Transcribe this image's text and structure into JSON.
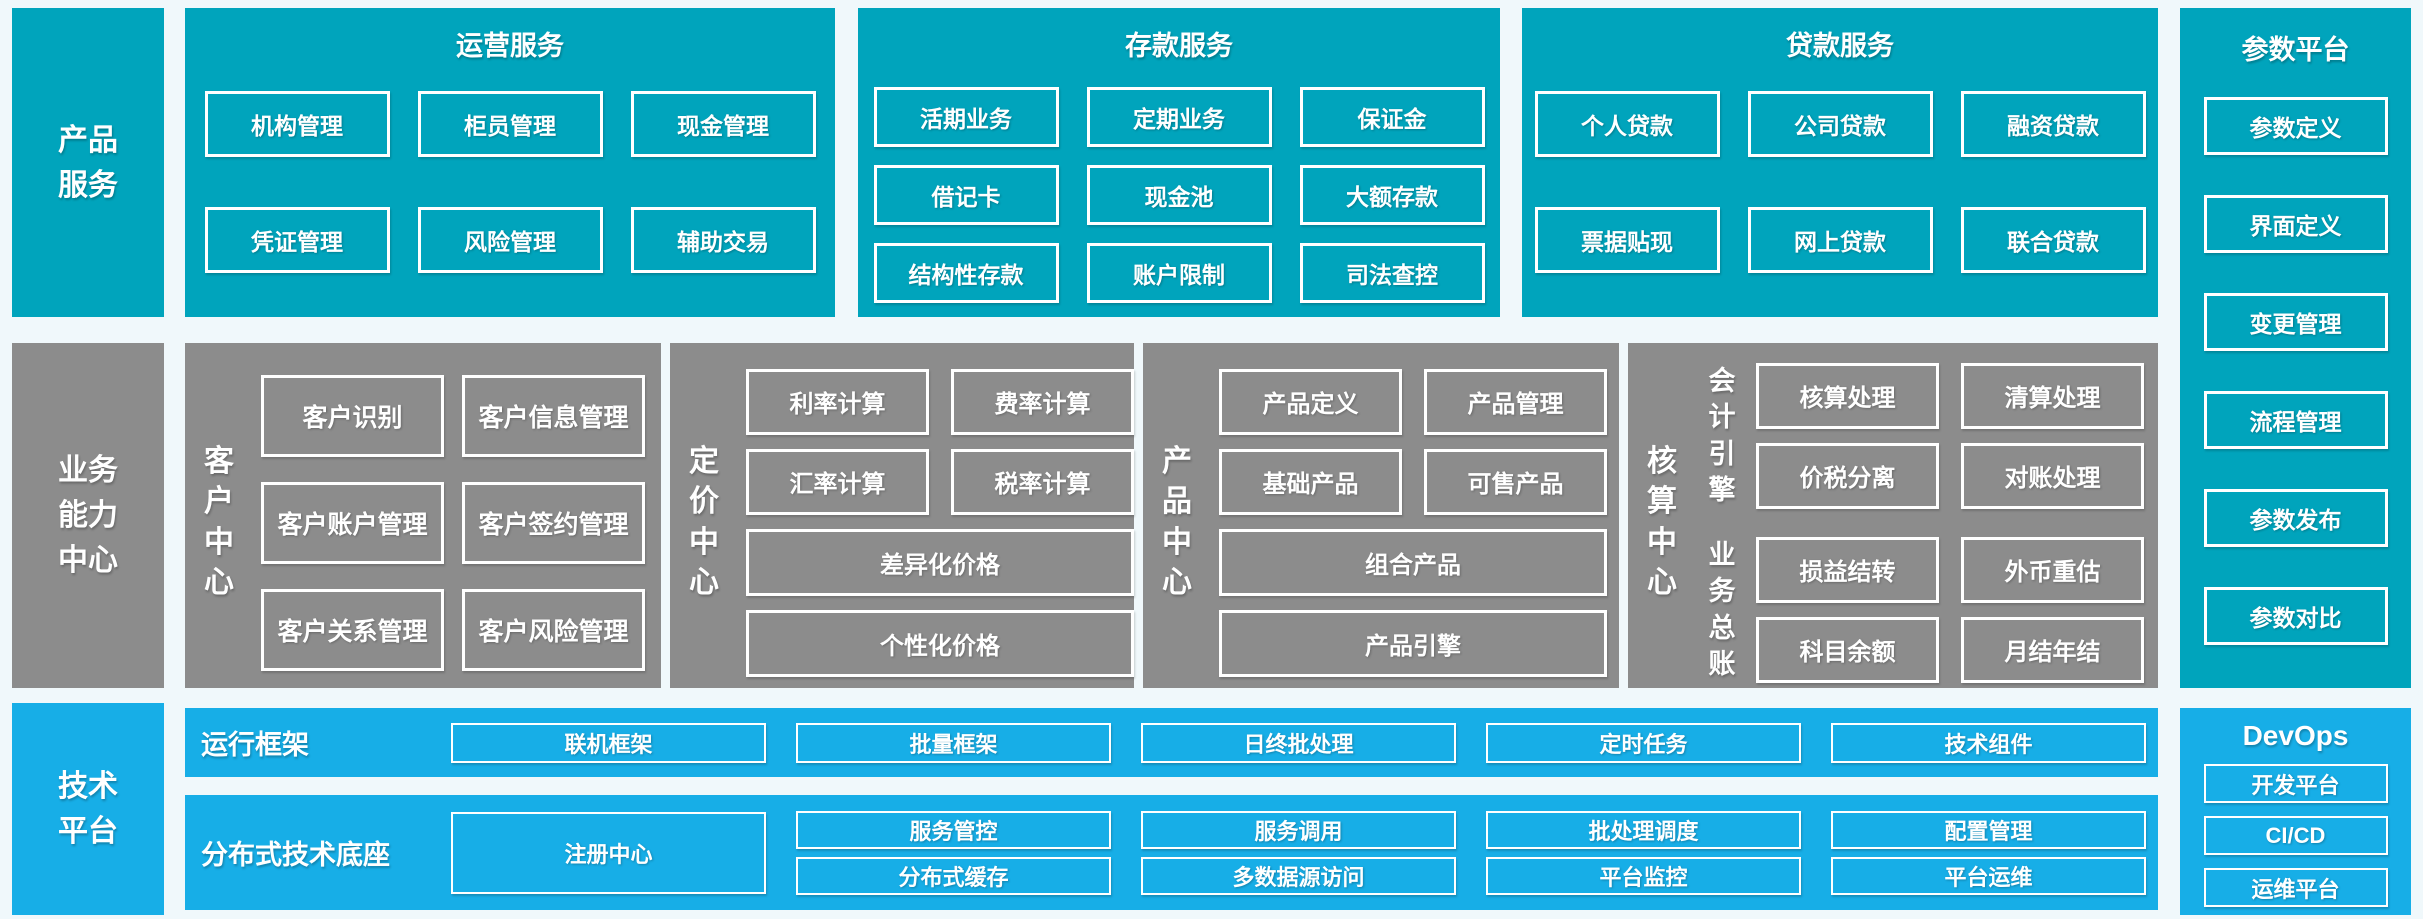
{
  "palette": {
    "teal": "#00A4BC",
    "blue": "#17AEE7",
    "gray": "#8C8C8C",
    "background": "#F0F8FB",
    "text_on_color": "#FFFFFF"
  },
  "product_services": {
    "side_label": "产品\n服务",
    "operations": {
      "title": "运营服务",
      "rows": [
        [
          "机构管理",
          "柜员管理",
          "现金管理"
        ],
        [
          "凭证管理",
          "风险管理",
          "辅助交易"
        ]
      ]
    },
    "deposit": {
      "title": "存款服务",
      "rows": [
        [
          "活期业务",
          "定期业务",
          "保证金"
        ],
        [
          "借记卡",
          "现金池",
          "大额存款"
        ],
        [
          "结构性存款",
          "账户限制",
          "司法查控"
        ]
      ]
    },
    "loan": {
      "title": "贷款服务",
      "rows": [
        [
          "个人贷款",
          "公司贷款",
          "融资贷款"
        ],
        [
          "票据贴现",
          "网上贷款",
          "联合贷款"
        ]
      ]
    }
  },
  "param_platform": {
    "title": "参数平台",
    "items": [
      "参数定义",
      "界面定义",
      "变更管理",
      "流程管理",
      "参数发布",
      "参数对比"
    ]
  },
  "capability_center": {
    "side_label": "业务\n能力\n中心",
    "customer": {
      "label": "客户中心",
      "rows": [
        [
          "客户识别",
          "客户信息管理"
        ],
        [
          "客户账户管理",
          "客户签约管理"
        ],
        [
          "客户关系管理",
          "客户风险管理"
        ]
      ]
    },
    "pricing": {
      "label": "定价中心",
      "rows": [
        [
          "利率计算",
          "费率计算"
        ],
        [
          "汇率计算",
          "税率计算"
        ]
      ],
      "wide": [
        "差异化价格",
        "个性化价格"
      ]
    },
    "product": {
      "label": "产品中心",
      "rows": [
        [
          "产品定义",
          "产品管理"
        ],
        [
          "基础产品",
          "可售产品"
        ]
      ],
      "wide": [
        "组合产品",
        "产品引擎"
      ]
    },
    "accounting": {
      "label": "核算中心",
      "groups": [
        {
          "label": "会计引擎",
          "rows": [
            [
              "核算处理",
              "清算处理"
            ],
            [
              "价税分离",
              "对账处理"
            ]
          ]
        },
        {
          "label": "业务总账",
          "rows": [
            [
              "损益结转",
              "外币重估"
            ],
            [
              "科目余额",
              "月结年结"
            ]
          ]
        }
      ]
    }
  },
  "tech_platform": {
    "side_label": "技术\n平台",
    "runtime": {
      "label": "运行框架",
      "items": [
        "联机框架",
        "批量框架",
        "日终批处理",
        "定时任务",
        "技术组件"
      ]
    },
    "distributed": {
      "label": "分布式技术底座",
      "registry": "注册中心",
      "columns": [
        [
          "服务管控",
          "分布式缓存"
        ],
        [
          "服务调用",
          "多数据源访问"
        ],
        [
          "批处理调度",
          "平台监控"
        ],
        [
          "配置管理",
          "平台运维"
        ]
      ]
    },
    "devops": {
      "title": "DevOps",
      "items": [
        "开发平台",
        "CI/CD",
        "运维平台"
      ]
    }
  }
}
